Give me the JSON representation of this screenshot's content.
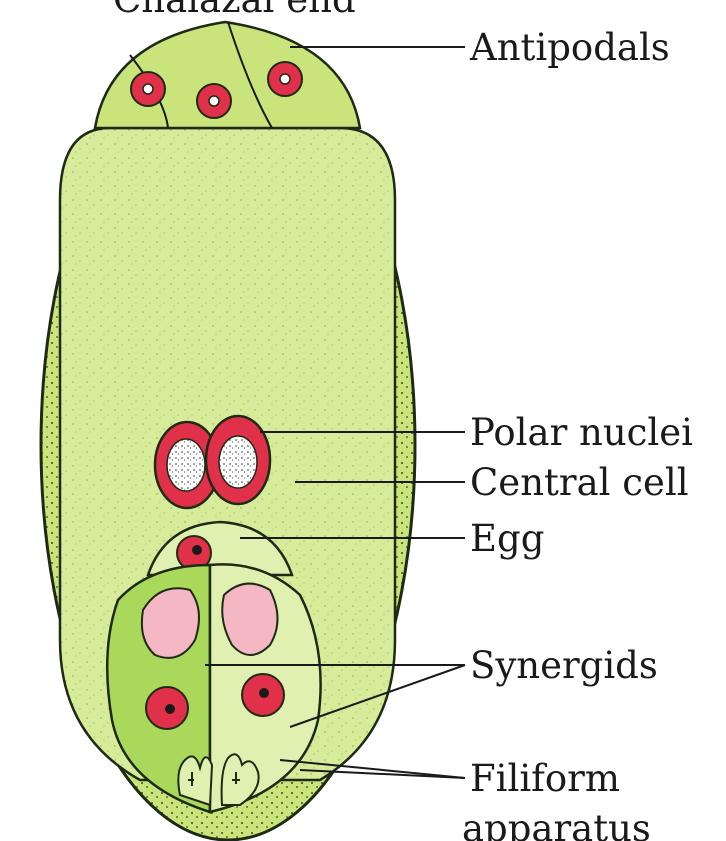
{
  "labels": {
    "chalazal_end": "Chalazal end",
    "antipodals": "Antipodals",
    "polar_nuclei": "Polar nuclei",
    "central_cell": "Central cell",
    "egg": "Egg",
    "synergids": "Synergids",
    "filiform": "Filiform",
    "apparatus": "apparatus"
  },
  "colors": {
    "wall": "#c9e47a",
    "central_cell": "#d7ec9a",
    "nucleus_red": "#e0304a",
    "nucleus_pink": "#f6b7c4",
    "synergid_green": "#a9d85a",
    "synergid_light": "#dff0b0"
  }
}
